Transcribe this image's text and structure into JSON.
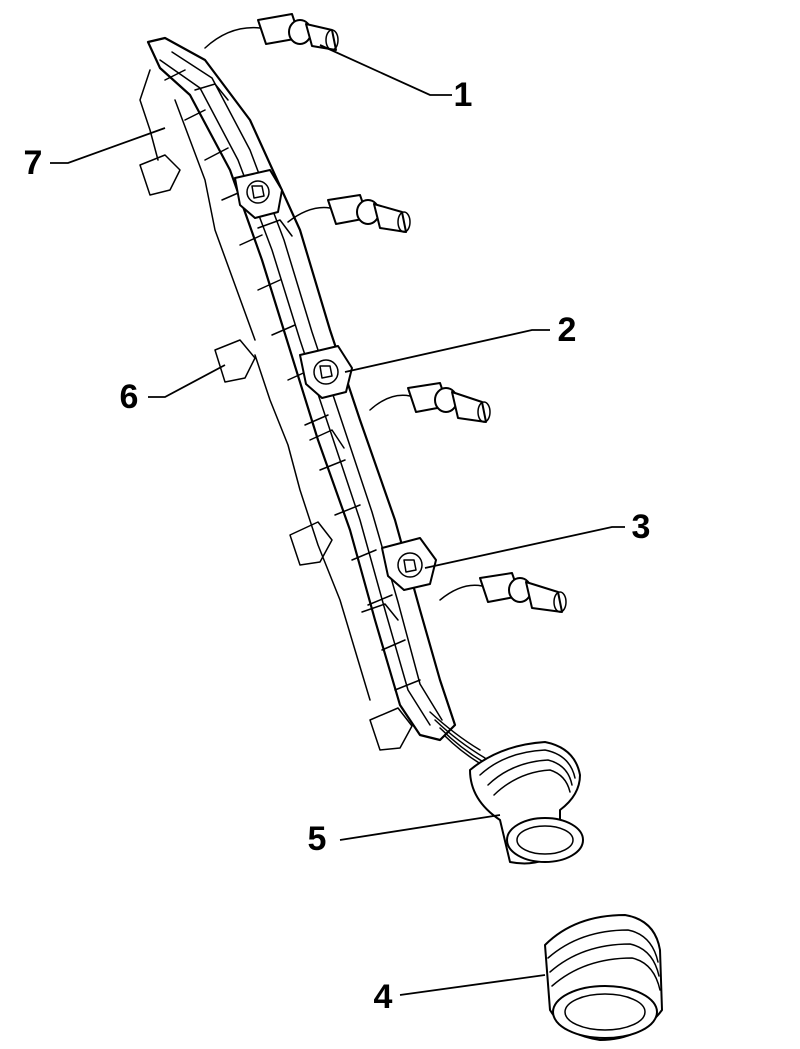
{
  "callouts": [
    {
      "label": "1"
    },
    {
      "label": "2"
    },
    {
      "label": "3"
    },
    {
      "label": "4"
    },
    {
      "label": "5"
    },
    {
      "label": "6"
    },
    {
      "label": "7"
    }
  ],
  "colors": {
    "line": "#000000",
    "background": "#ffffff"
  }
}
